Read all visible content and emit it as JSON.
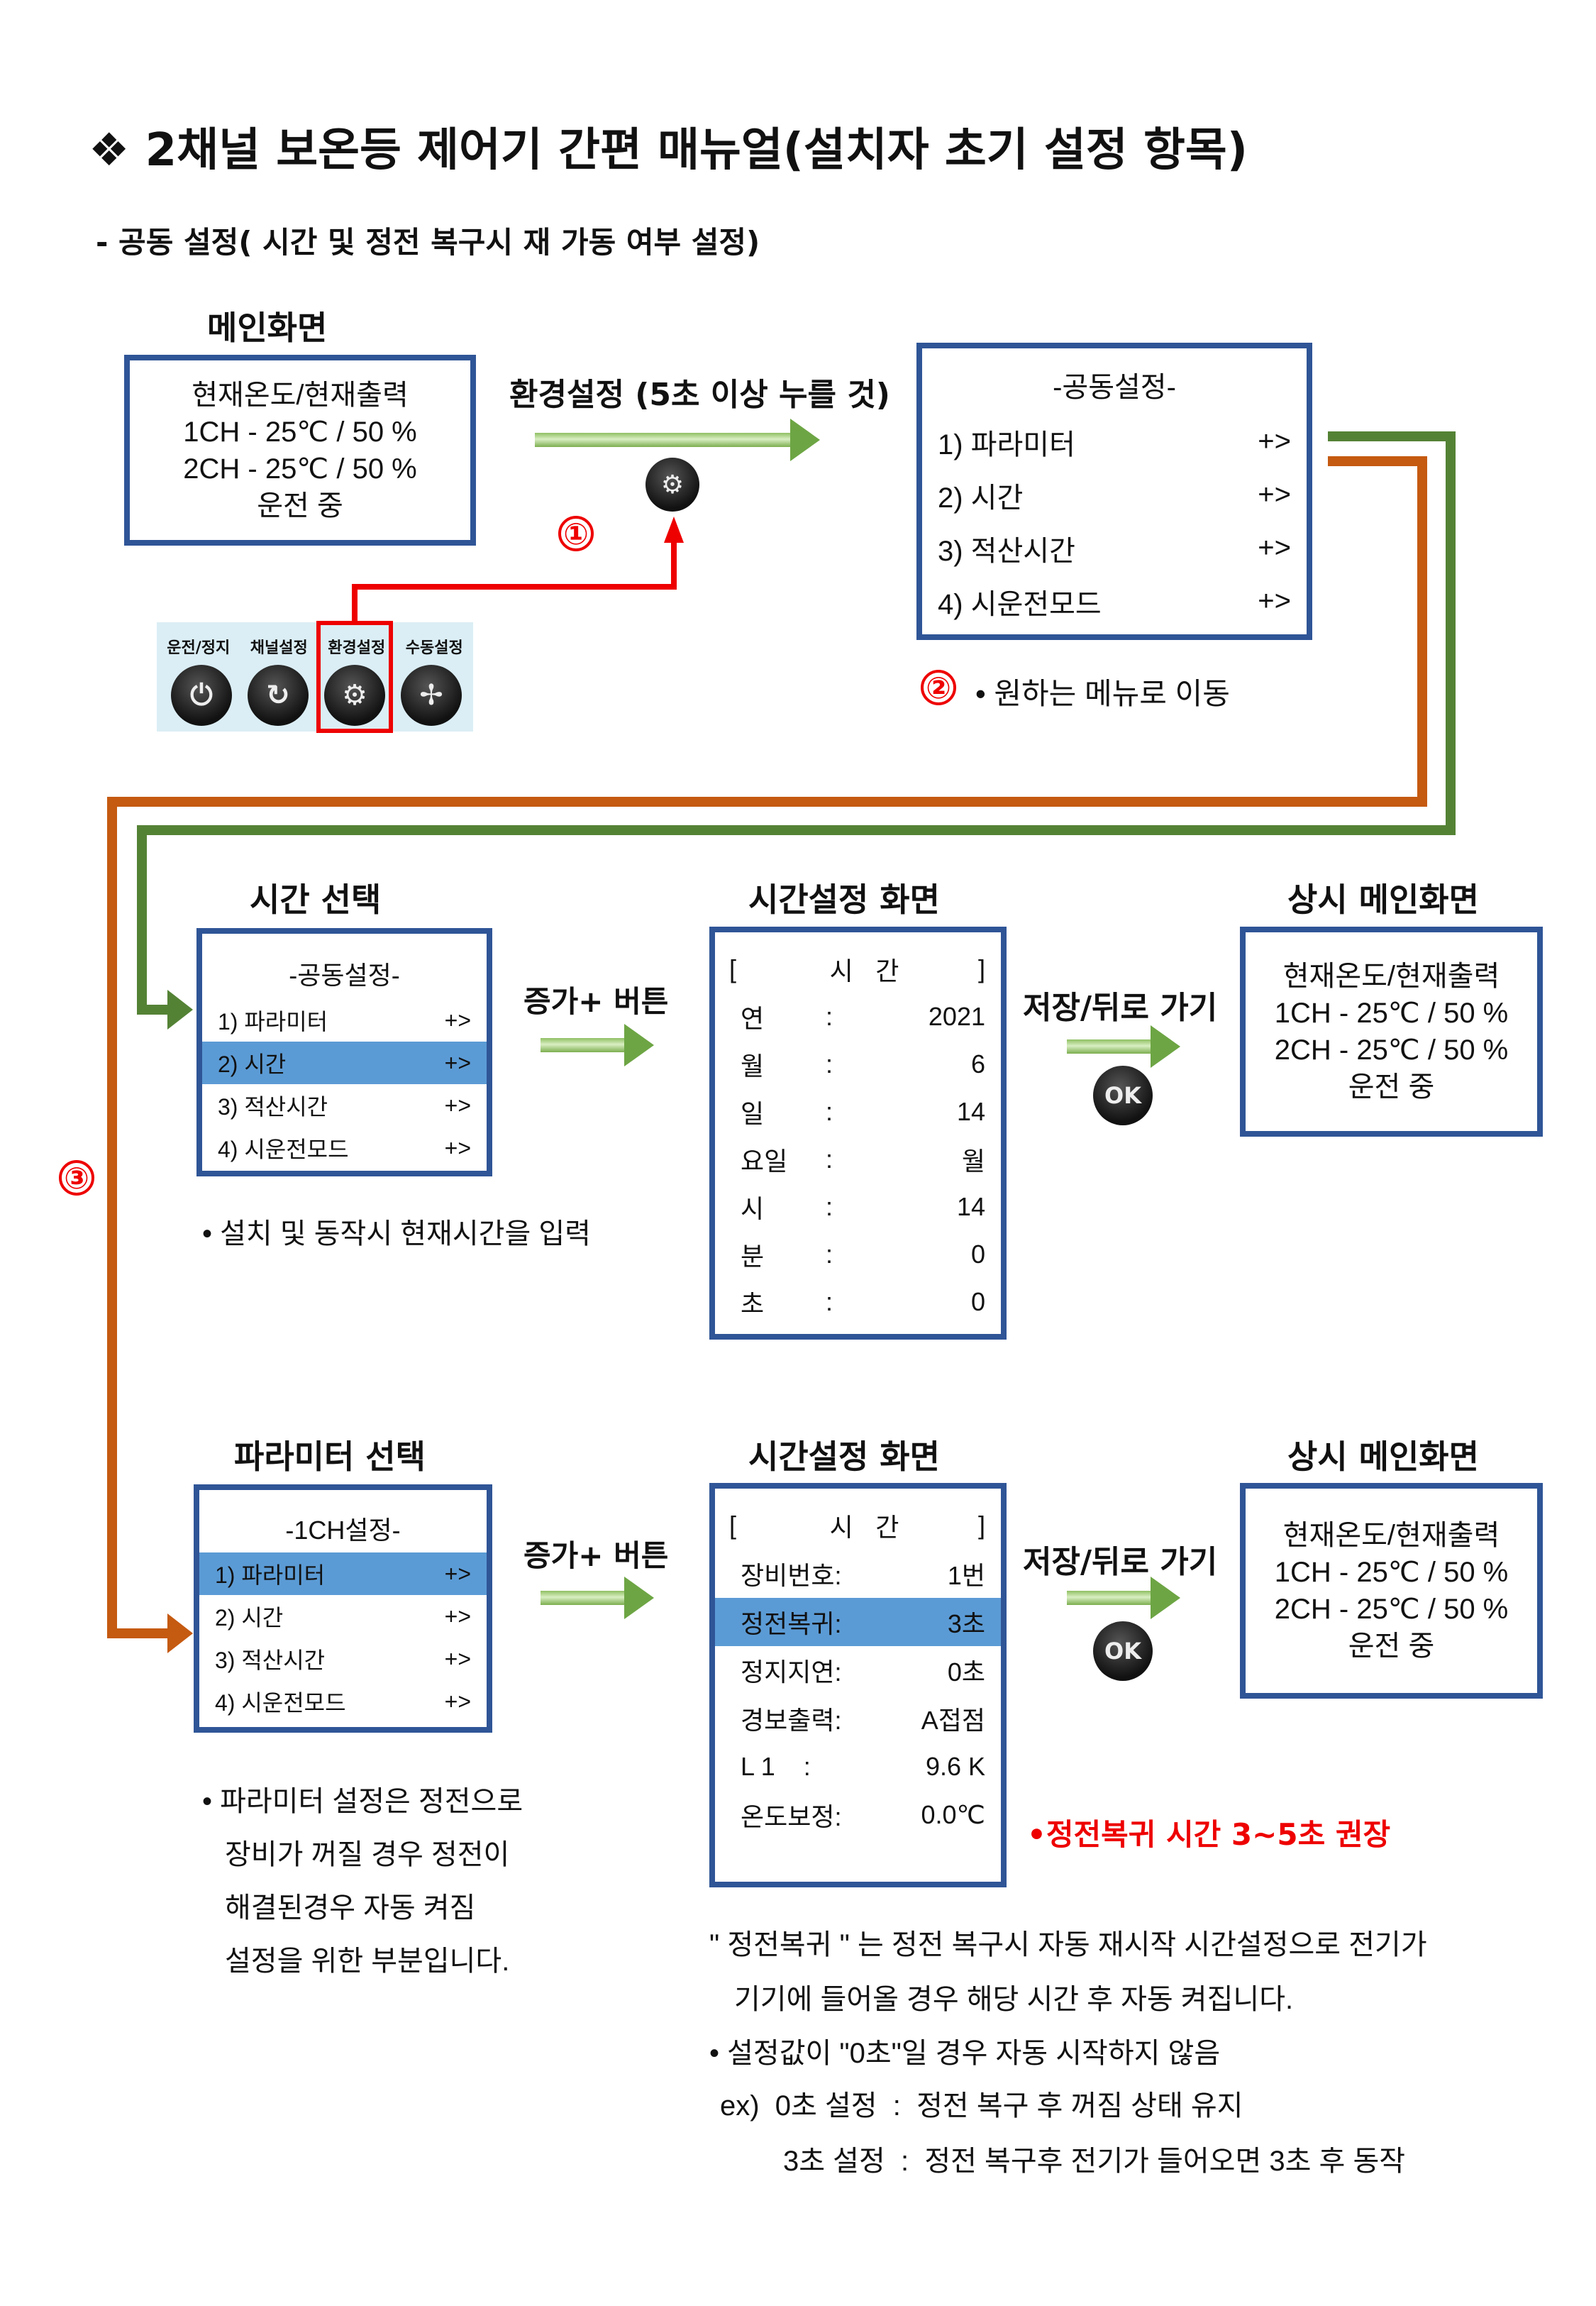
{
  "title": "❖  2채널 보온등 제어기 간편 매뉴얼(설치자 초기 설정 항목)",
  "subtitle": "- 공동 설정( 시간 및 정전 복구시 재 가동 여부 설정)",
  "main_screen": {
    "heading": "메인화면",
    "lines": [
      "현재온도/현재출력",
      "1CH - 25℃ / 50 %",
      "2CH - 25℃ / 50 %",
      "운전 중"
    ]
  },
  "step1": {
    "label": "환경설정 (5초 이상 누를 것)",
    "marker": "①"
  },
  "panel": {
    "buttons": [
      "운전/정지",
      "채널설정",
      "환경설정",
      "수동설정"
    ]
  },
  "common_menu": {
    "title": "-공동설정-",
    "items": [
      "1) 파라미터",
      "2) 시간",
      "3) 적산시간",
      "4) 시운전모드"
    ],
    "suffix": "+>"
  },
  "step2": {
    "marker": "②",
    "text": "• 원하는 메뉴로 이동"
  },
  "step3": {
    "marker": "③"
  },
  "time_section": {
    "heading": "시간 선택",
    "menu_title": "-공동설정-",
    "items": [
      "1) 파라미터",
      "2) 시간",
      "3) 적산시간",
      "4) 시운전모드"
    ],
    "suffix": "+>",
    "increase_label": "증가+ 버튼",
    "note": "• 설치 및 동작시 현재시간을 입력",
    "screen_heading": "시간설정 화면",
    "screen_header": [
      "[",
      "시",
      "간",
      "]"
    ],
    "rows": [
      {
        "k": "연",
        "v": "2021"
      },
      {
        "k": "월",
        "v": "6"
      },
      {
        "k": "일",
        "v": "14"
      },
      {
        "k": "요일",
        "v": "월"
      },
      {
        "k": "시",
        "v": "14"
      },
      {
        "k": "분",
        "v": "0"
      },
      {
        "k": "초",
        "v": "0"
      }
    ],
    "colon": ":",
    "save_label": "저장/뒤로 가기",
    "ok": "OK",
    "main_heading": "상시 메인화면",
    "main_lines": [
      "현재온도/현재출력",
      "1CH - 25℃ / 50 %",
      "2CH - 25℃ / 50 %",
      "운전 중"
    ]
  },
  "param_section": {
    "heading": "파라미터 선택",
    "menu_title": "-1CH설정-",
    "items": [
      "1) 파라미터",
      "2) 시간",
      "3) 적산시간",
      "4) 시운전모드"
    ],
    "suffix": "+>",
    "increase_label": "증가+ 버튼",
    "note": [
      "• 파라미터 설정은 정전으로",
      "장비가 꺼질 경우 정전이",
      "해결된경우 자동 켜짐",
      "설정을 위한 부분입니다."
    ],
    "screen_heading": "시간설정 화면",
    "screen_header": [
      "[",
      "시",
      "간",
      "]"
    ],
    "rows": [
      {
        "k": "장비번호:",
        "v": "1번"
      },
      {
        "k": "정전복귀:",
        "v": "3초"
      },
      {
        "k": "정지지연:",
        "v": "0초"
      },
      {
        "k": "경보출력:",
        "v": "A접점"
      },
      {
        "k": "L 1    :",
        "v": "9.6 K"
      },
      {
        "k": "온도보정:",
        "v": "0.0℃"
      }
    ],
    "save_label": "저장/뒤로 가기",
    "ok": "OK",
    "recommend": "•정전복귀 시간 3~5초 권장",
    "main_heading": "상시 메인화면",
    "main_lines": [
      "현재온도/현재출력",
      "1CH - 25℃ / 50 %",
      "2CH - 25℃ / 50 %",
      "운전 중"
    ],
    "explain": [
      "\" 정전복귀 \" 는 정전 복구시 자동 재시작 시간설정으로 전기가",
      "기기에 들어올 경우 해당 시간 후 자동 켜집니다.",
      "• 설정값이 \"0초\"일 경우 자동 시작하지 않음",
      "ex)  0초 설정  :  정전 복구 후 꺼짐 상태 유지",
      "3초 설정  :  정전 복구후 전기가 들어오면 3초 후 동작"
    ]
  },
  "colors": {
    "border": "#2f5597",
    "highlight": "#5b9bd5",
    "green": "#548235",
    "orange": "#c55a11",
    "red": "#e00000"
  }
}
